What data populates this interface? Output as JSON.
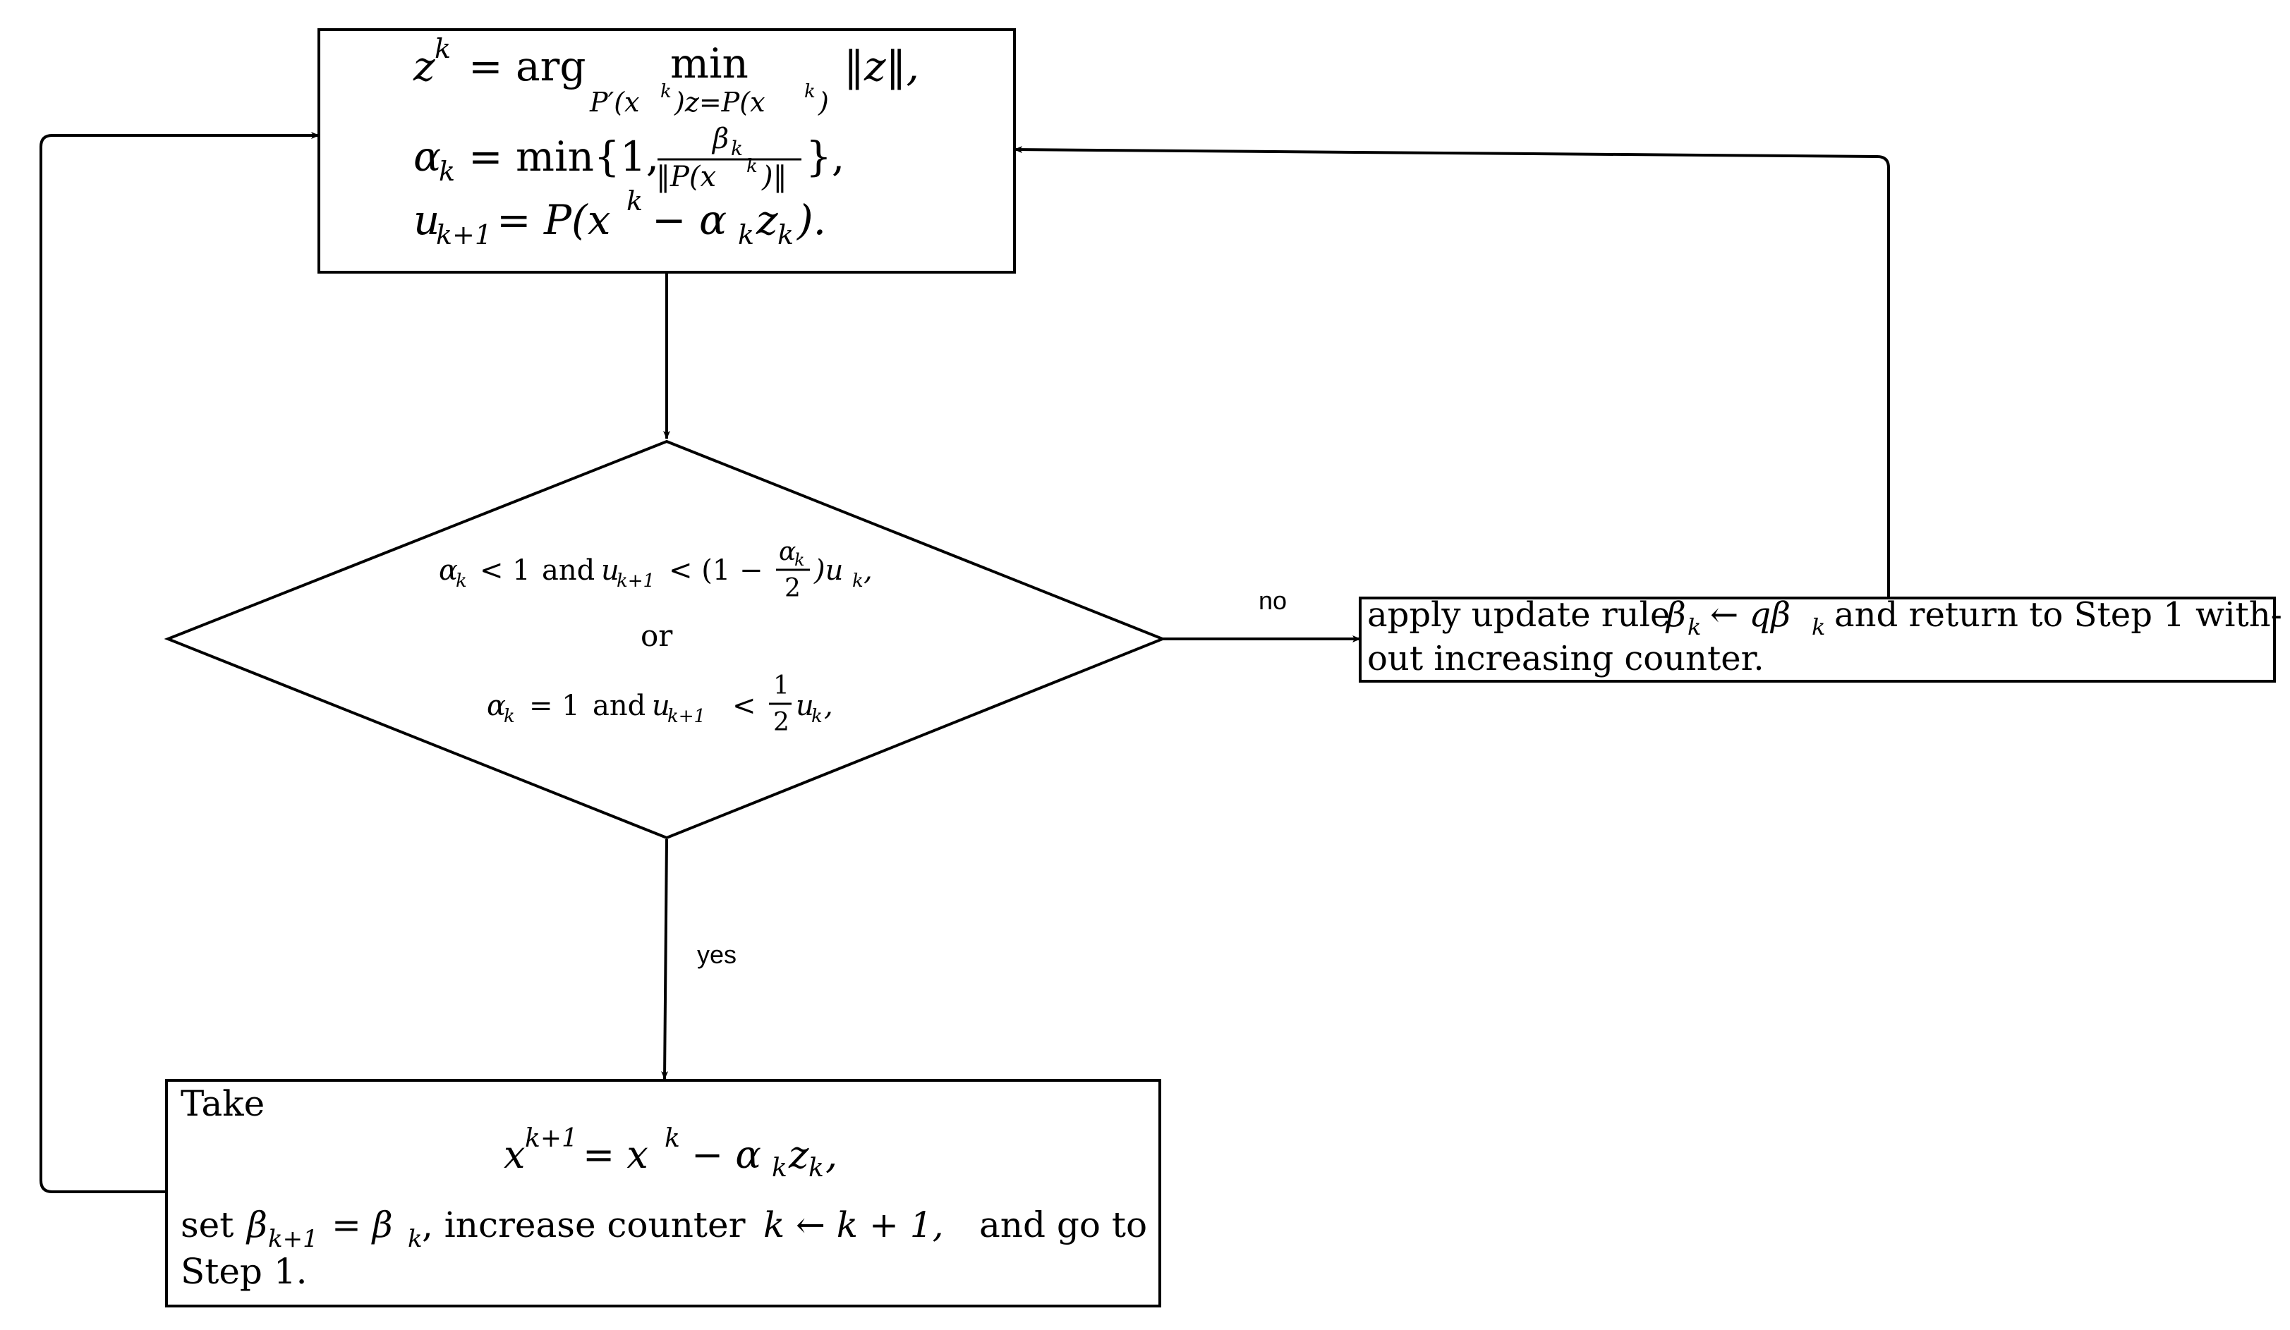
{
  "nodes": {
    "step1": {
      "line1": {
        "z": "z",
        "k_sup": "k",
        "eq_arg": "= arg",
        "min": "min",
        "min_sub": "P′(x",
        "min_sub_k": "k",
        "min_sub_mid": ")z=P(x",
        "min_sub_k2": "k",
        "min_sub_end": ")",
        "norm": "‖z‖,"
      },
      "line2": {
        "alpha": "α",
        "alpha_sub": "k",
        "eq_min": "= min{1,",
        "frac_num": "β",
        "frac_num_sub": "k",
        "frac_den": "‖P(x",
        "frac_den_sup": "k",
        "frac_den_end": ")‖",
        "close": "},"
      },
      "line3": {
        "u": "u",
        "u_sub": "k+1",
        "eq": "= P(x",
        "k_sup": "k",
        "minus": "− α",
        "alpha_sub": "k",
        "z": "z",
        "z_sub": "k",
        "end": ")."
      }
    },
    "decision": {
      "cond1": {
        "alpha": "α",
        "alpha_sub": "k",
        "lt1": "< 1",
        "and": "and",
        "u": "u",
        "u_sub": "k+1",
        "lt": "< (1 −",
        "frac_num": "α",
        "frac_num_sub": "k",
        "frac_den": "2",
        "close": ")u",
        "close_sub": "k",
        "comma": ","
      },
      "or": "or",
      "cond2": {
        "alpha": "α",
        "alpha_sub": "k",
        "eq1": "= 1",
        "and": "and",
        "u": "u",
        "u_sub": "k+1",
        "lt": "<",
        "frac_num": "1",
        "frac_den": "2",
        "u2": "u",
        "u2_sub": "k",
        "comma": ","
      }
    },
    "update": {
      "line1_pre": "apply update rule",
      "beta": "β",
      "beta_sub": "k",
      "arrow": "← qβ",
      "arrow_sub": "k",
      "line1_post": "and return to Step 1 with-",
      "line2": "out increasing counter."
    },
    "take": {
      "title": "Take",
      "eq": {
        "x": "x",
        "x_sup": "k+1",
        "eq": "= x",
        "x2_sup": "k",
        "minus": "− α",
        "alpha_sub": "k",
        "z": "z",
        "z_sub": "k",
        "comma": ","
      },
      "line3": {
        "set": "set",
        "beta": "β",
        "beta_sub": "k+1",
        "eq": "= β",
        "eq_sub": "k",
        "mid": ", increase counter",
        "k": "k",
        "arrow": "← k + 1,",
        "end": "and go to"
      },
      "line4": "Step 1."
    }
  },
  "edges": {
    "no_label": "no",
    "yes_label": "yes"
  }
}
